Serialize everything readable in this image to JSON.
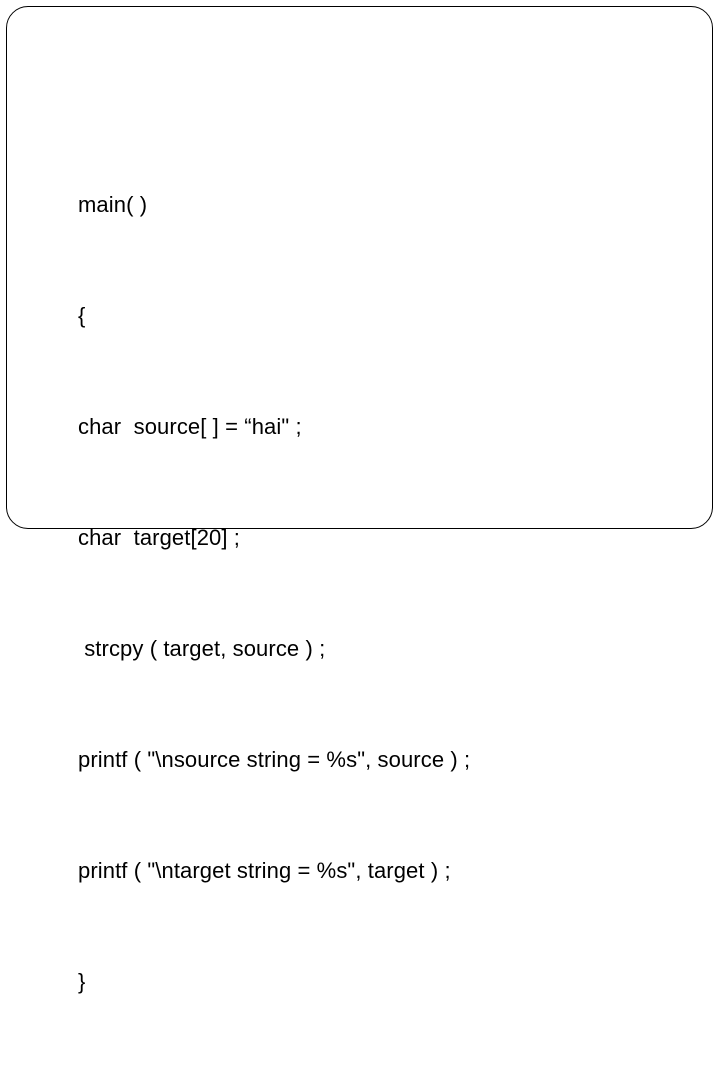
{
  "slide": {
    "background_color": "#ffffff",
    "frame": {
      "border_color": "#000000",
      "corner_style": "rounded"
    },
    "text_color": "#000000"
  },
  "code": {
    "language": "c",
    "lines": [
      "main( )",
      "{",
      "char  source[ ] = “hai\" ;",
      "char  target[20] ;",
      " strcpy ( target, source ) ;",
      "printf ( \"\\nsource string = %s\", source ) ;",
      "printf ( \"\\ntarget string = %s\", target ) ;",
      "}"
    ]
  }
}
